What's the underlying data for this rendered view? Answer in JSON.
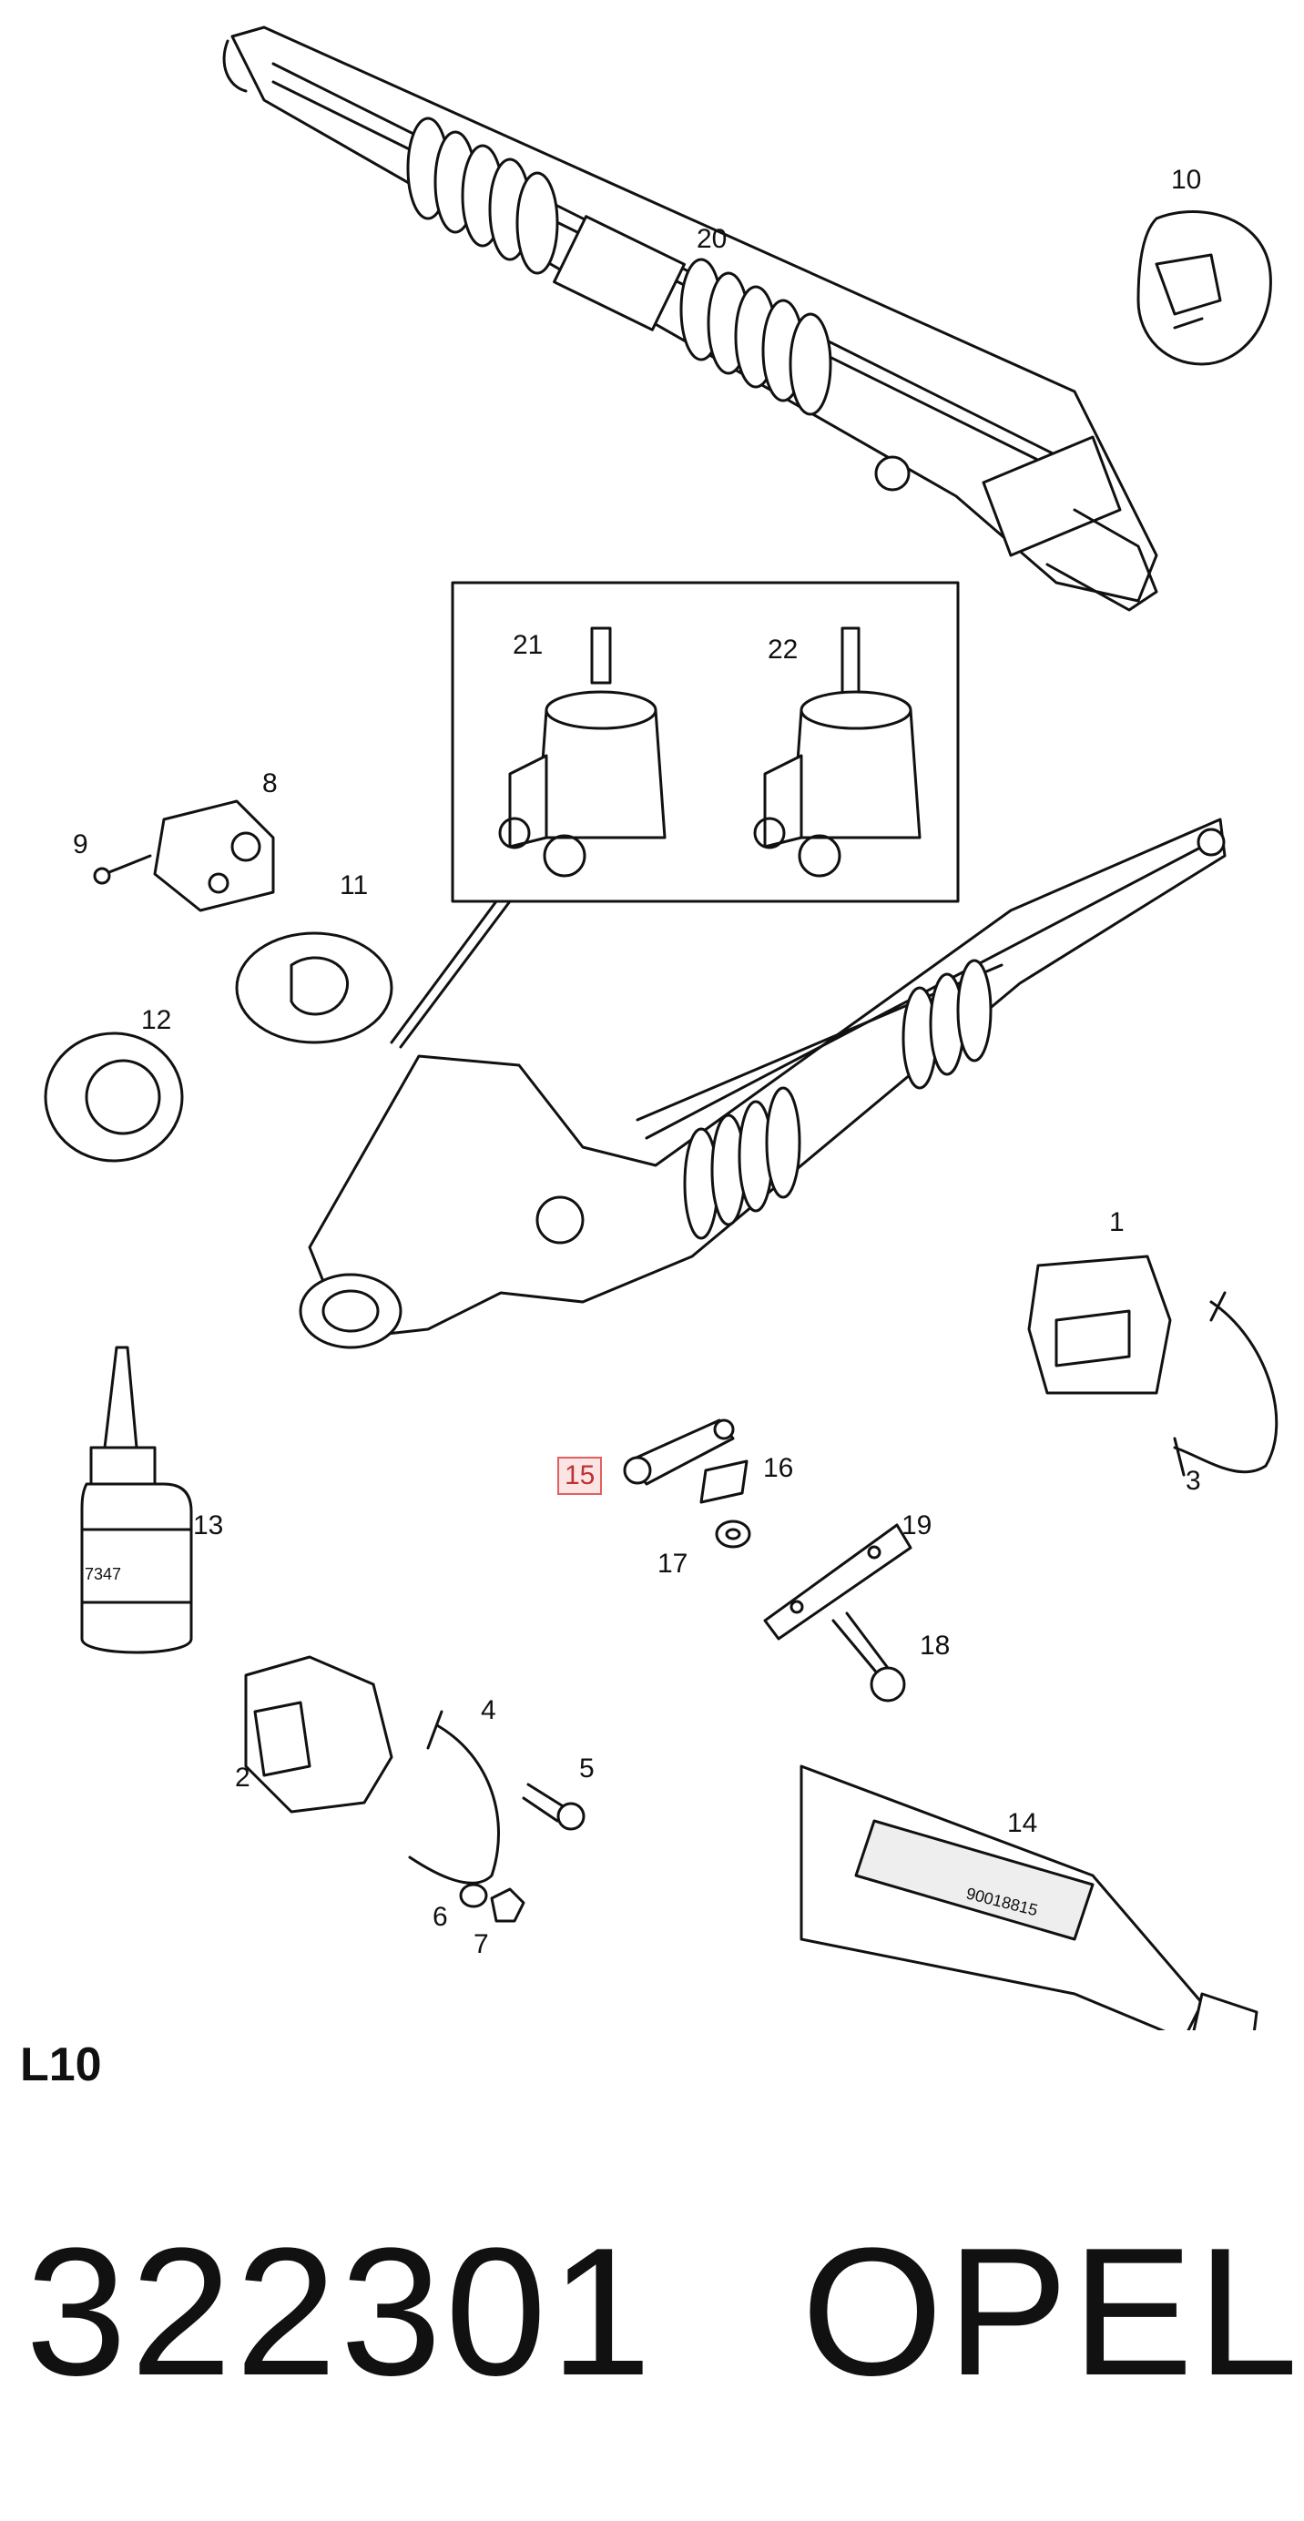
{
  "diagram": {
    "section_code": "L10",
    "part_number": "322301",
    "brand": "OPEL",
    "highlighted_callout": "15",
    "highlight_color": "#e06060",
    "callouts": {
      "c1": "1",
      "c2": "2",
      "c3": "3",
      "c4": "4",
      "c5": "5",
      "c6": "6",
      "c7": "7",
      "c8": "8",
      "c9": "9",
      "c10": "10",
      "c11": "11",
      "c12": "12",
      "c13": "13",
      "c14": "14",
      "c15": "15",
      "c16": "16",
      "c17": "17",
      "c18": "18",
      "c19": "19",
      "c20": "20",
      "c21": "21",
      "c22": "22"
    },
    "bottle_label": "7347",
    "tube_label": "90018815"
  }
}
